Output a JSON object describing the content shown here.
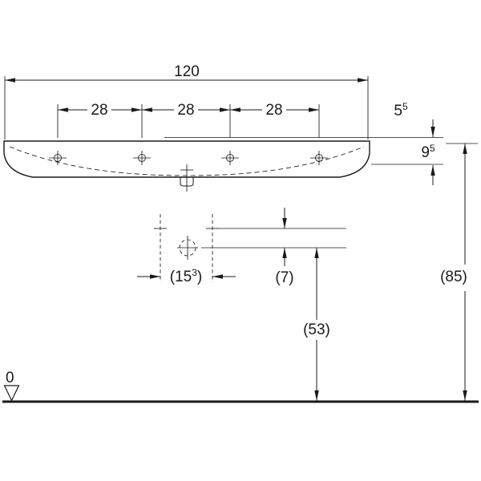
{
  "meta": {
    "type": "technical-dimension-drawing",
    "subject": "washbasin front elevation with installation dimensions",
    "background": "#ffffff",
    "line_color": "#1a1a1a"
  },
  "dims": {
    "total_width": "120",
    "tap_spacings": [
      "28",
      "28",
      "28"
    ],
    "rim_to_tap": {
      "base": "5",
      "sup": "5"
    },
    "apron_height": {
      "base": "9",
      "sup": "5"
    },
    "rim_height_above_floor": "(85)",
    "fixing_hole_spacing": {
      "pre": "(15",
      "sup": "3",
      "post": ")"
    },
    "fixing_to_drain_offset": "(7)",
    "drain_height_above_floor": "(53)",
    "floor_datum": "0"
  }
}
